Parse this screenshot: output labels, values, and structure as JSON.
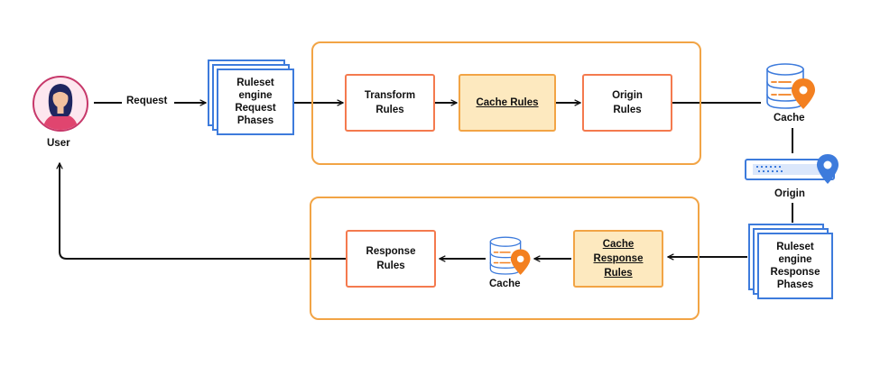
{
  "user": {
    "label": "User"
  },
  "request_label": "Request",
  "request_phases": {
    "lines": [
      "Ruleset",
      "engine",
      "Request",
      "Phases"
    ]
  },
  "response_phases": {
    "lines": [
      "Ruleset",
      "engine",
      "Response",
      "Phases"
    ]
  },
  "request_rules": [
    {
      "lines": [
        "Transform",
        "Rules"
      ]
    },
    {
      "lines": [
        "Cache Rules"
      ]
    },
    {
      "lines": [
        "Origin",
        "Rules"
      ]
    }
  ],
  "response_rules": [
    {
      "lines": [
        "Cache",
        "Response",
        "Rules"
      ]
    },
    {
      "lines": [
        "Response",
        "Rules"
      ]
    }
  ],
  "cache_top_label": "Cache",
  "origin_label": "Origin",
  "cache_bottom_label": "Cache",
  "colors": {
    "group_border": "#f2a445",
    "rule_border": "#f47a4e",
    "cache_rule_fill": "#fde9bf",
    "phase_border": "#3d7bdc",
    "pin_orange": "#f38020",
    "pin_blue": "#3d7bdc",
    "user_ring": "#c7386a"
  },
  "icons": {
    "user": "user-avatar-icon",
    "cache": "database-pin-icon",
    "origin": "server-pin-icon"
  }
}
